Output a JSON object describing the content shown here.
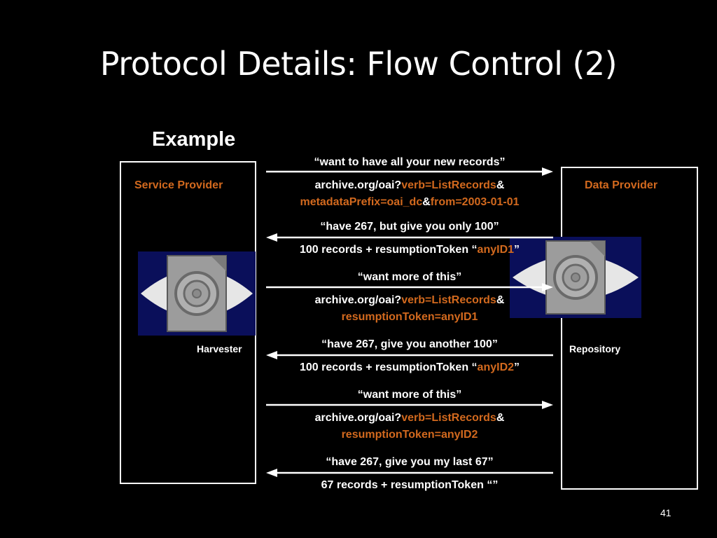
{
  "colors": {
    "accent": "#d2691e",
    "background": "#000000",
    "text": "#ffffff",
    "eye_bg": "#0a0f5a"
  },
  "slide": {
    "title": "Protocol Details: Flow Control (2)",
    "subtitle": "Example",
    "page_number": "41"
  },
  "left_box": {
    "title": "Service Provider",
    "label": "Harvester",
    "icon": "eye-disk-icon"
  },
  "right_box": {
    "title": "Data Provider",
    "label": "Repository",
    "icon": "eye-disk-icon"
  },
  "exchanges": [
    {
      "direction": "right",
      "caption": "“want to have all your new records”",
      "line1": {
        "plain": "archive.org/oai?",
        "hl1": "verb=ListRecords",
        "plain2": "&"
      },
      "line2": {
        "hl1": "metadataPrefix=oai_dc",
        "plain": "&",
        "hl2": "from=2003-01-01"
      }
    },
    {
      "direction": "left",
      "caption": "“have 267, but give you only 100”",
      "line1": {
        "plain": "100 records + resumptionToken “",
        "hl1": "anyID1",
        "plain2": "”"
      }
    },
    {
      "direction": "right",
      "caption": "“want more of this”",
      "line1": {
        "plain": "archive.org/oai?",
        "hl1": "verb=ListRecords",
        "plain2": "&"
      },
      "line2": {
        "hl1": "resumptionToken=anyID1"
      }
    },
    {
      "direction": "left",
      "caption": "“have 267, give you another 100”",
      "line1": {
        "plain": "100 records + resumptionToken “",
        "hl1": "anyID2",
        "plain2": "”"
      }
    },
    {
      "direction": "right",
      "caption": "“want more of this”",
      "line1": {
        "plain": "archive.org/oai?",
        "hl1": "verb=ListRecords",
        "plain2": "&"
      },
      "line2": {
        "hl1": "resumptionToken=anyID2"
      }
    },
    {
      "direction": "left",
      "caption": "“have 267, give you my last 67”",
      "line1": {
        "plain": "67 records + resumptionToken “”"
      }
    }
  ]
}
